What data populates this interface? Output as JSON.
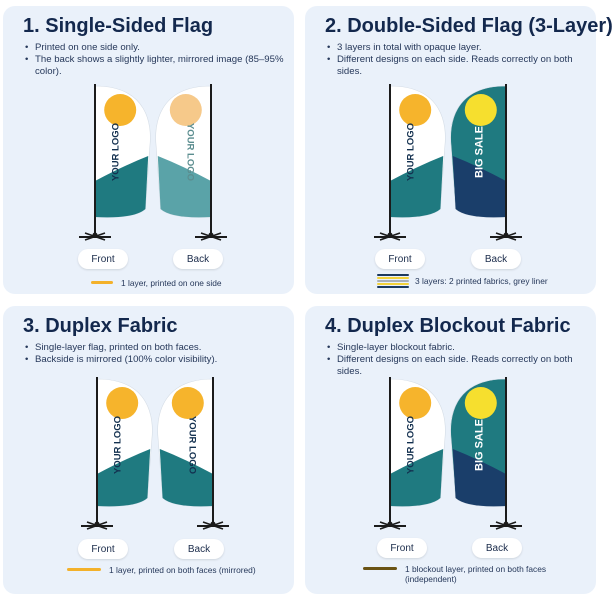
{
  "panels": [
    {
      "title": "1. Single-Sided Flag",
      "bullets": [
        "Printed on one side only.",
        "The back shows a slightly lighter, mirrored image (85–95% color)."
      ],
      "front_label": "Front",
      "back_label": "Back",
      "front_text": "YOUR LOGO",
      "back_text": "YOUR LOGO",
      "legend": "1 layer, printed on one side"
    },
    {
      "title": "2. Double-Sided Flag (3-Layer)",
      "bullets": [
        "3 layers in total with opaque layer.",
        "Different designs on each side. Reads correctly on both sides."
      ],
      "front_label": "Front",
      "back_label": "Back",
      "front_text": "YOUR LOGO",
      "back_text": "BIG SALE",
      "legend": "3 layers: 2 printed fabrics, grey liner"
    },
    {
      "title": "3. Duplex Fabric",
      "bullets": [
        "Single-layer flag, printed on both faces.",
        "Backside is mirrored (100% color visibility)."
      ],
      "front_label": "Front",
      "back_label": "Back",
      "front_text": "YOUR LOGO",
      "back_text": "YOUR LOGO",
      "legend": "1 layer, printed on both faces (mirrored)"
    },
    {
      "title": "4. Duplex Blockout Fabric",
      "bullets": [
        "Single-layer blockout fabric.",
        "Different designs on each side. Reads correctly on both sides."
      ],
      "front_label": "Front",
      "back_label": "Back",
      "front_text": "YOUR LOGO",
      "back_text": "BIG SALE",
      "legend": "1 blockout layer, printed on both faces (independent)"
    }
  ],
  "colors": {
    "teal": "#1f7a80",
    "teal_light": "#5aa3a8",
    "navy": "#1a3e6a",
    "sun": "#f6b42c",
    "sun_light": "#f6c98a",
    "yellow": "#f6df2e",
    "pole": "#1b1b1b",
    "text_logo": "#13304f",
    "text_logo_light": "#5b8d8f"
  }
}
